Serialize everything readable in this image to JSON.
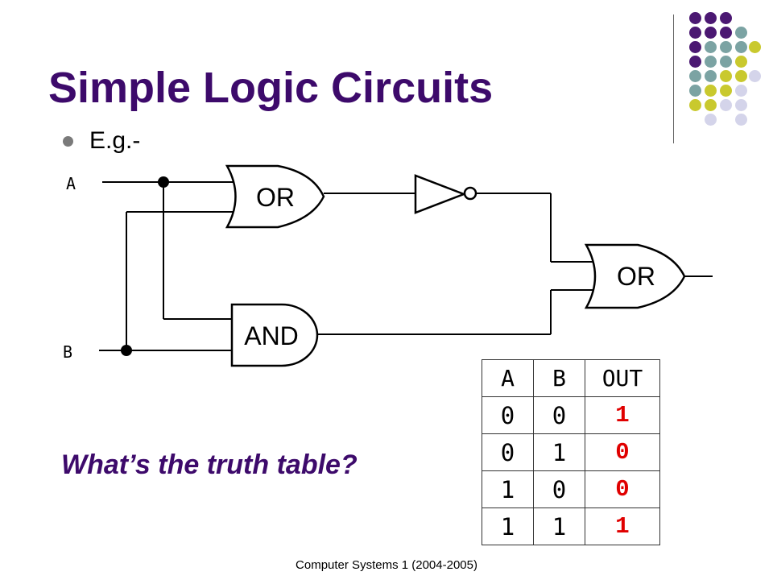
{
  "slide": {
    "title": "Simple Logic Circuits",
    "bullet": "E.g.-",
    "question": "What’s the truth table?",
    "footer": "Computer Systems 1 (2004-2005)"
  },
  "circuit": {
    "input_a_label": "A",
    "input_b_label": "B",
    "gate_top_label": "OR",
    "gate_bottom_label": "AND",
    "gate_output_label": "OR"
  },
  "truth_table": {
    "headers": [
      "A",
      "B",
      "OUT"
    ],
    "rows": [
      [
        "0",
        "0",
        "1"
      ],
      [
        "0",
        "1",
        "0"
      ],
      [
        "1",
        "0",
        "0"
      ],
      [
        "1",
        "1",
        "1"
      ]
    ]
  },
  "colors": {
    "title": "#3d0a6b",
    "output_values": "#e00000",
    "dot_purple": "#4b1872",
    "dot_teal": "#7ba3a3",
    "dot_yellow": "#c9c92e",
    "dot_lavender": "#d4d4ea"
  }
}
